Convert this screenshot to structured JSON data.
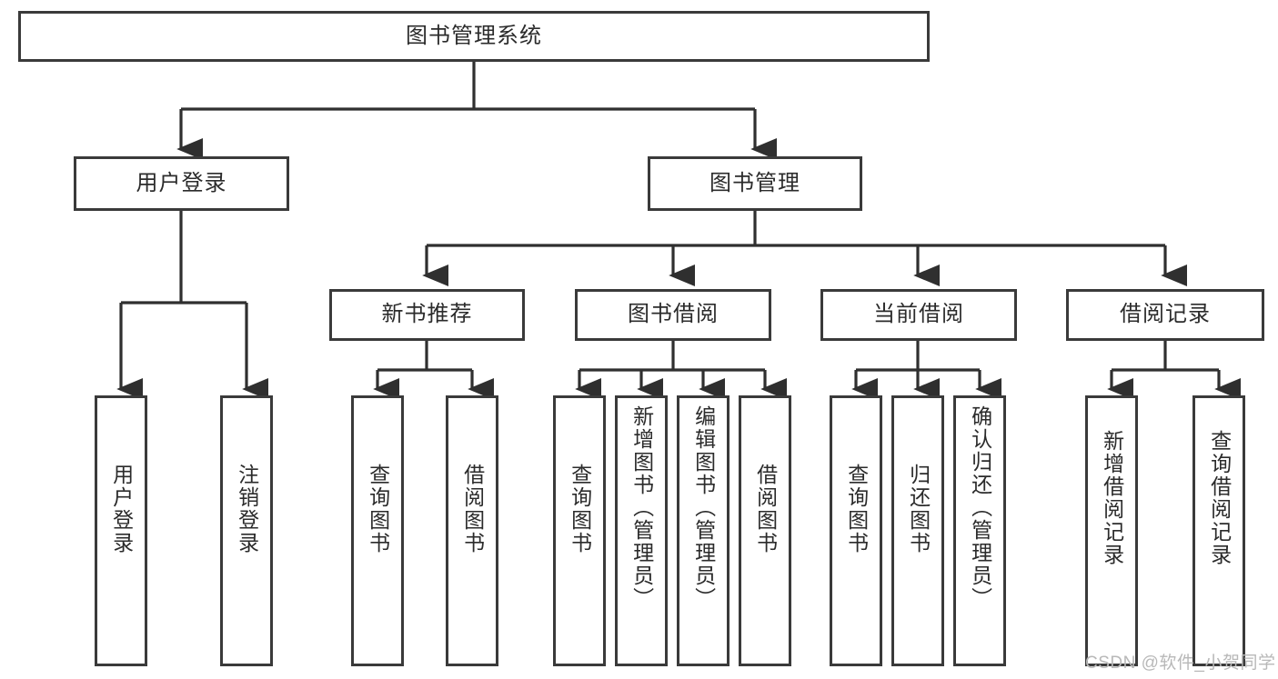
{
  "diagram": {
    "type": "tree-hierarchy",
    "orientation": "top-down",
    "title_node": "图书管理系统",
    "watermark": "CSDN @软件_小贺同学",
    "colors": {
      "box_border": "#3a3a3a",
      "box_fill": "#ffffff",
      "connector": "#2f2f2f",
      "text": "#2b2b2b",
      "watermark": "#b8b8b8",
      "background": "#ffffff"
    },
    "nodes": {
      "root": {
        "label": "图书管理系统",
        "level": 1,
        "orientation": "horizontal"
      },
      "user_login": {
        "label": "用户登录",
        "level": 2,
        "orientation": "horizontal"
      },
      "book_manage": {
        "label": "图书管理",
        "level": 2,
        "orientation": "horizontal"
      },
      "new_book_rec": {
        "label": "新书推荐",
        "level": 3,
        "orientation": "horizontal"
      },
      "book_borrow": {
        "label": "图书借阅",
        "level": 3,
        "orientation": "horizontal"
      },
      "current_borrow": {
        "label": "当前借阅",
        "level": 3,
        "orientation": "horizontal"
      },
      "borrow_record": {
        "label": "借阅记录",
        "level": 3,
        "orientation": "horizontal"
      },
      "leaf_user_login": {
        "label": "用户登录",
        "level": 4,
        "orientation": "vertical"
      },
      "leaf_logout": {
        "label": "注销登录",
        "level": 4,
        "orientation": "vertical"
      },
      "leaf_query_book_1": {
        "label": "查询图书",
        "level": 4,
        "orientation": "vertical"
      },
      "leaf_borrow_book_1": {
        "label": "借阅图书",
        "level": 4,
        "orientation": "vertical"
      },
      "leaf_query_book_2": {
        "label": "查询图书",
        "level": 4,
        "orientation": "vertical"
      },
      "leaf_add_book": {
        "label": "新增图书（管理员）",
        "level": 4,
        "orientation": "vertical"
      },
      "leaf_edit_book": {
        "label": "编辑图书（管理员）",
        "level": 4,
        "orientation": "vertical"
      },
      "leaf_borrow_book_2": {
        "label": "借阅图书",
        "level": 4,
        "orientation": "vertical"
      },
      "leaf_query_book_3": {
        "label": "查询图书",
        "level": 4,
        "orientation": "vertical"
      },
      "leaf_return_book": {
        "label": "归还图书",
        "level": 4,
        "orientation": "vertical"
      },
      "leaf_confirm_return": {
        "label": "确认归还（管理员）",
        "level": 4,
        "orientation": "vertical"
      },
      "leaf_add_record": {
        "label": "新增借阅记录",
        "level": 4,
        "orientation": "vertical"
      },
      "leaf_query_record": {
        "label": "查询借阅记录",
        "level": 4,
        "orientation": "vertical"
      }
    },
    "edges": [
      {
        "from": "root",
        "to": "user_login"
      },
      {
        "from": "root",
        "to": "book_manage"
      },
      {
        "from": "user_login",
        "to": "leaf_user_login"
      },
      {
        "from": "user_login",
        "to": "leaf_logout"
      },
      {
        "from": "book_manage",
        "to": "new_book_rec"
      },
      {
        "from": "book_manage",
        "to": "book_borrow"
      },
      {
        "from": "book_manage",
        "to": "current_borrow"
      },
      {
        "from": "book_manage",
        "to": "borrow_record"
      },
      {
        "from": "new_book_rec",
        "to": "leaf_query_book_1"
      },
      {
        "from": "new_book_rec",
        "to": "leaf_borrow_book_1"
      },
      {
        "from": "book_borrow",
        "to": "leaf_query_book_2"
      },
      {
        "from": "book_borrow",
        "to": "leaf_add_book"
      },
      {
        "from": "book_borrow",
        "to": "leaf_edit_book"
      },
      {
        "from": "book_borrow",
        "to": "leaf_borrow_book_2"
      },
      {
        "from": "current_borrow",
        "to": "leaf_query_book_3"
      },
      {
        "from": "current_borrow",
        "to": "leaf_return_book"
      },
      {
        "from": "current_borrow",
        "to": "leaf_confirm_return"
      },
      {
        "from": "borrow_record",
        "to": "leaf_add_record"
      },
      {
        "from": "borrow_record",
        "to": "leaf_query_record"
      }
    ]
  }
}
